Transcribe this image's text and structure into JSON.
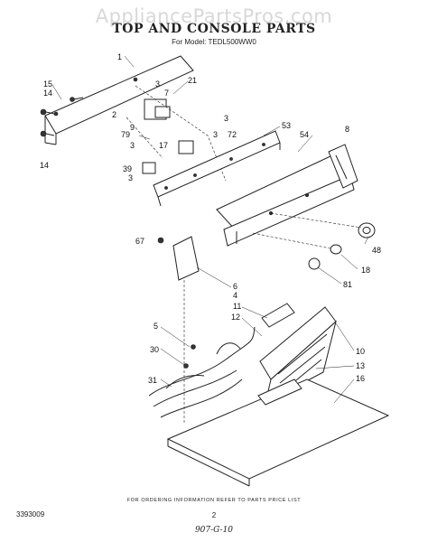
{
  "watermark": "AppliancePartsPros.com",
  "title": "TOP AND CONSOLE PARTS",
  "model_line": "For Model: TEDL500WW0",
  "footer_note": "FOR ORDERING INFORMATION REFER TO PARTS PRICE LIST",
  "doc_number": "3393009",
  "page_number": "2",
  "handwritten_code": "907-G-10",
  "callouts": [
    {
      "label": "1"
    },
    {
      "label": "15"
    },
    {
      "label": "14"
    },
    {
      "label": "3"
    },
    {
      "label": "21"
    },
    {
      "label": "7"
    },
    {
      "label": "2"
    },
    {
      "label": "9"
    },
    {
      "label": "3"
    },
    {
      "label": "3"
    },
    {
      "label": "72"
    },
    {
      "label": "53"
    },
    {
      "label": "8"
    },
    {
      "label": "54"
    },
    {
      "label": "79"
    },
    {
      "label": "3"
    },
    {
      "label": "17"
    },
    {
      "label": "14"
    },
    {
      "label": "39"
    },
    {
      "label": "3"
    },
    {
      "label": "48"
    },
    {
      "label": "67"
    },
    {
      "label": "18"
    },
    {
      "label": "6"
    },
    {
      "label": "4"
    },
    {
      "label": "81"
    },
    {
      "label": "11"
    },
    {
      "label": "12"
    },
    {
      "label": "5"
    },
    {
      "label": "10"
    },
    {
      "label": "30"
    },
    {
      "label": "13"
    },
    {
      "label": "31"
    },
    {
      "label": "16"
    }
  ]
}
